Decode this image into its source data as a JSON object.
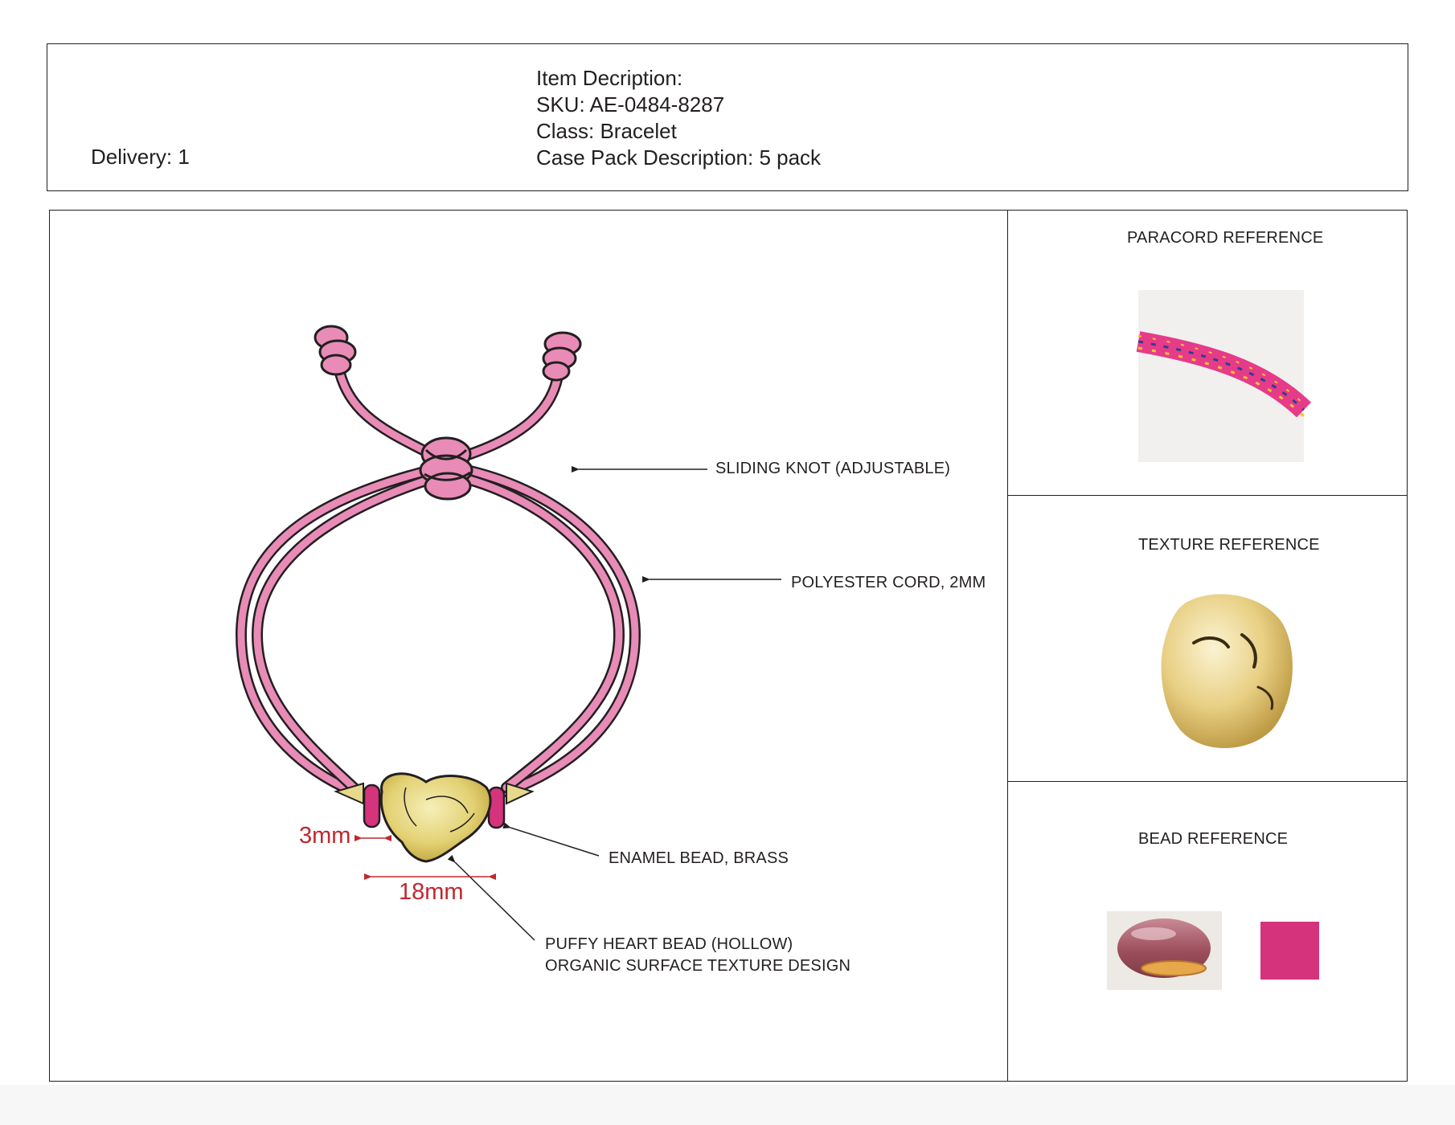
{
  "header": {
    "delivery": "Delivery: 1",
    "description_lines": [
      "Item Decription:",
      "SKU: AE-0484-8287",
      "Class: Bracelet",
      "Case Pack Description: 5 pack"
    ]
  },
  "drawing": {
    "callouts": {
      "sliding_knot": "SLIDING KNOT (ADJUSTABLE)",
      "cord": "POLYESTER CORD, 2MM",
      "enamel_bead": "ENAMEL BEAD, BRASS",
      "heart_bead_line1": "PUFFY HEART BEAD (HOLLOW)",
      "heart_bead_line2": "ORGANIC SURFACE TEXTURE DESIGN"
    },
    "dimensions": {
      "spacer": "3mm",
      "heart": "18mm"
    }
  },
  "references": {
    "paracord": "PARACORD REFERENCE",
    "texture": "TEXTURE REFERENCE",
    "bead": "BEAD REFERENCE"
  },
  "colors": {
    "cord_pink": "#e88bb7",
    "gold": "#e0cf6a",
    "enamel_pink": "#d6337d",
    "dimension_red": "#c0272d",
    "swatch_magenta": "#d6337d"
  }
}
